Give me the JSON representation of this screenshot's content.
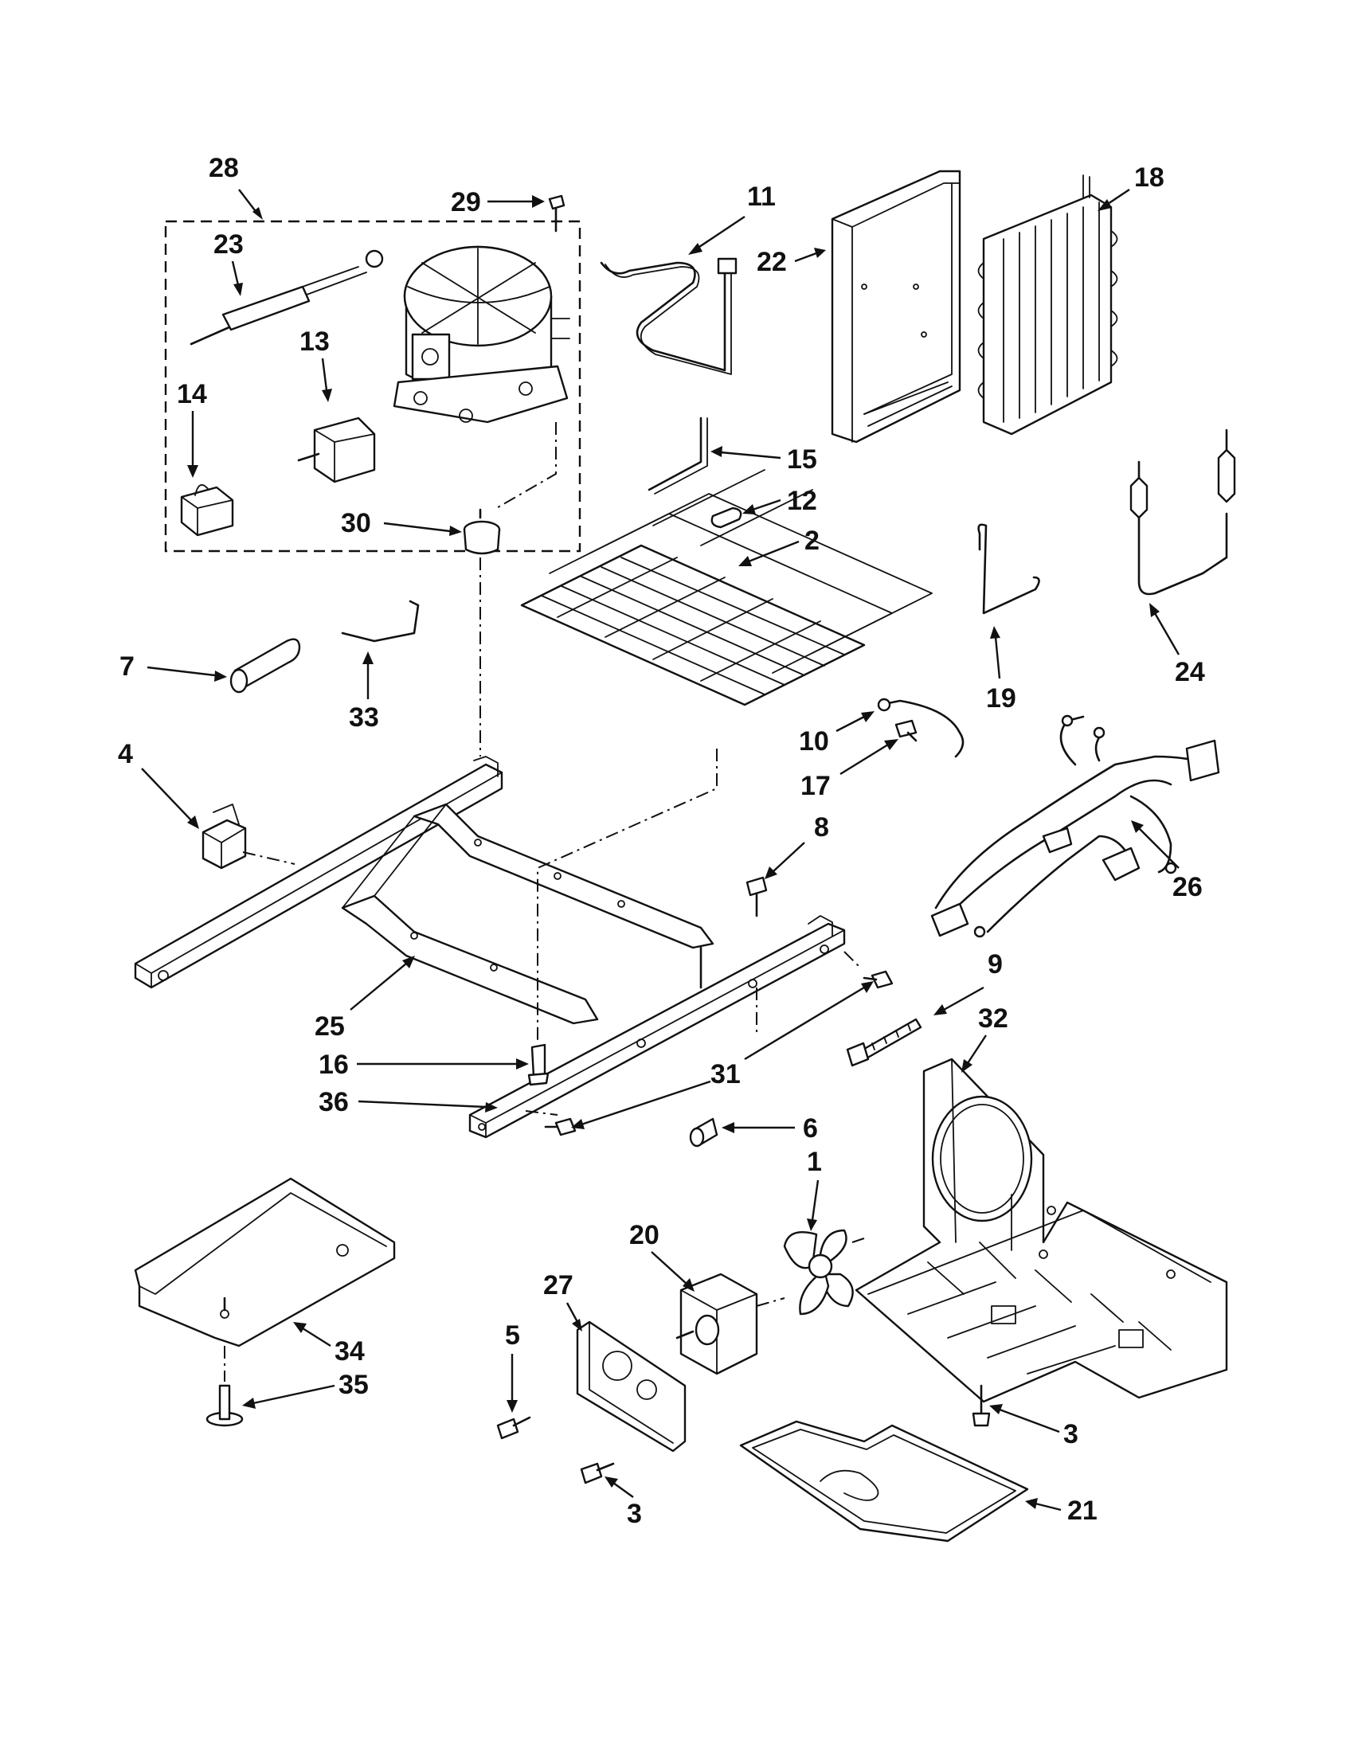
{
  "callouts": [
    {
      "id": "c28",
      "label": "28"
    },
    {
      "id": "c29",
      "label": "29"
    },
    {
      "id": "c11",
      "label": "11"
    },
    {
      "id": "c18",
      "label": "18"
    },
    {
      "id": "c23",
      "label": "23"
    },
    {
      "id": "c22",
      "label": "22"
    },
    {
      "id": "c13",
      "label": "13"
    },
    {
      "id": "c14",
      "label": "14"
    },
    {
      "id": "c15",
      "label": "15"
    },
    {
      "id": "c12",
      "label": "12"
    },
    {
      "id": "c30",
      "label": "30"
    },
    {
      "id": "c2",
      "label": "2"
    },
    {
      "id": "c7",
      "label": "7"
    },
    {
      "id": "c33",
      "label": "33"
    },
    {
      "id": "c19",
      "label": "19"
    },
    {
      "id": "c24",
      "label": "24"
    },
    {
      "id": "c10",
      "label": "10"
    },
    {
      "id": "c4",
      "label": "4"
    },
    {
      "id": "c17",
      "label": "17"
    },
    {
      "id": "c8",
      "label": "8"
    },
    {
      "id": "c26",
      "label": "26"
    },
    {
      "id": "c9",
      "label": "9"
    },
    {
      "id": "c25",
      "label": "25"
    },
    {
      "id": "c32",
      "label": "32"
    },
    {
      "id": "c16",
      "label": "16"
    },
    {
      "id": "c31",
      "label": "31"
    },
    {
      "id": "c36",
      "label": "36"
    },
    {
      "id": "c6",
      "label": "6"
    },
    {
      "id": "c1",
      "label": "1"
    },
    {
      "id": "c20",
      "label": "20"
    },
    {
      "id": "c27",
      "label": "27"
    },
    {
      "id": "c5",
      "label": "5"
    },
    {
      "id": "c34",
      "label": "34"
    },
    {
      "id": "c35",
      "label": "35"
    },
    {
      "id": "c3a",
      "label": "3"
    },
    {
      "id": "c3b",
      "label": "3"
    },
    {
      "id": "c21",
      "label": "21"
    }
  ]
}
